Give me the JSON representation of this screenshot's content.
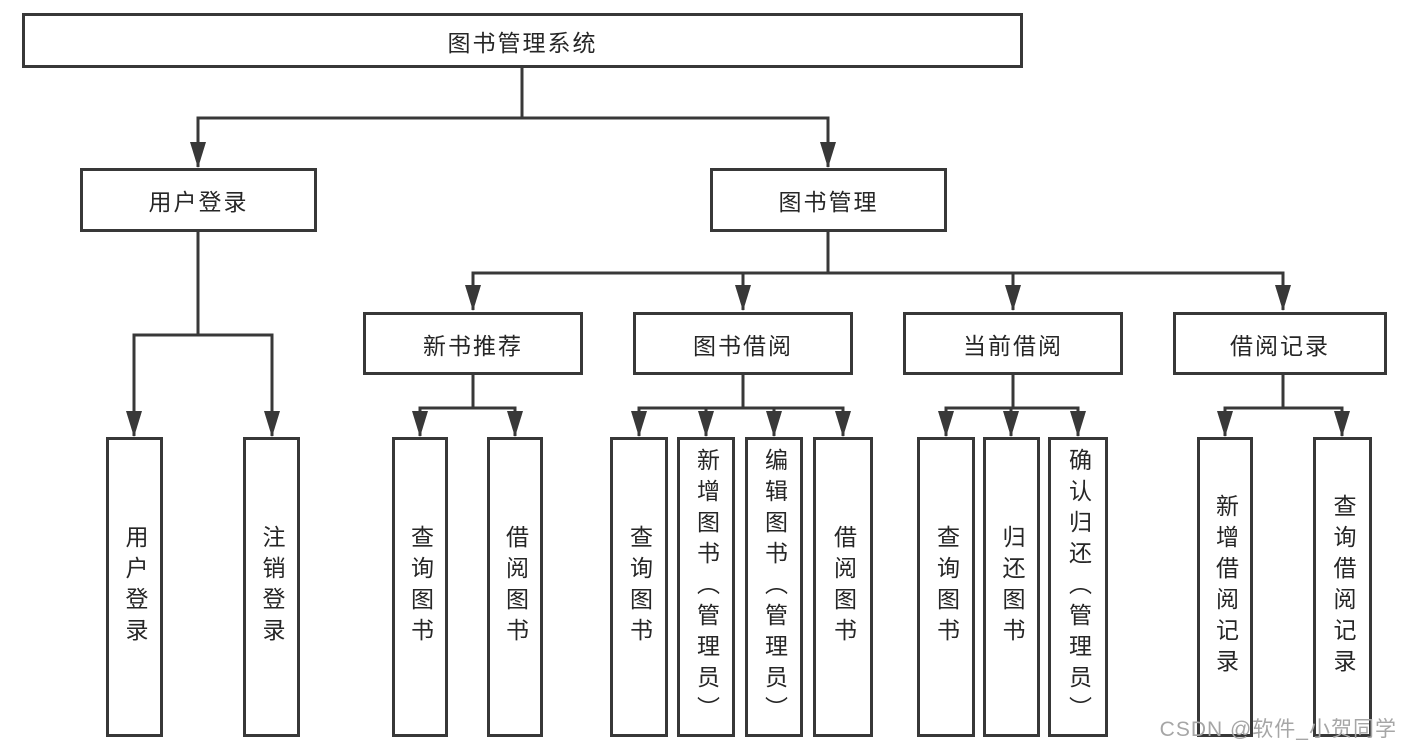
{
  "root": {
    "label": "图书管理系统"
  },
  "branches": [
    {
      "label": "用户登录",
      "children": [
        {
          "label": "用户登录"
        },
        {
          "label": "注销登录"
        }
      ]
    },
    {
      "label": "图书管理",
      "children": [
        {
          "label": "新书推荐",
          "children": [
            {
              "label": "查询图书"
            },
            {
              "label": "借阅图书"
            }
          ]
        },
        {
          "label": "图书借阅",
          "children": [
            {
              "label": "查询图书"
            },
            {
              "label": "新增图书（管理员）"
            },
            {
              "label": "编辑图书（管理员）"
            },
            {
              "label": "借阅图书"
            }
          ]
        },
        {
          "label": "当前借阅",
          "children": [
            {
              "label": "查询图书"
            },
            {
              "label": "归还图书"
            },
            {
              "label": "确认归还（管理员）"
            }
          ]
        },
        {
          "label": "借阅记录",
          "children": [
            {
              "label": "新增借阅记录"
            },
            {
              "label": "查询借阅记录"
            }
          ]
        }
      ]
    }
  ],
  "watermark": "CSDN @软件_小贺同学",
  "colors": {
    "line": "#383838",
    "box_border": "#383838",
    "text": "#262626",
    "watermark": "#a6a6a6",
    "background": "#ffffff"
  }
}
